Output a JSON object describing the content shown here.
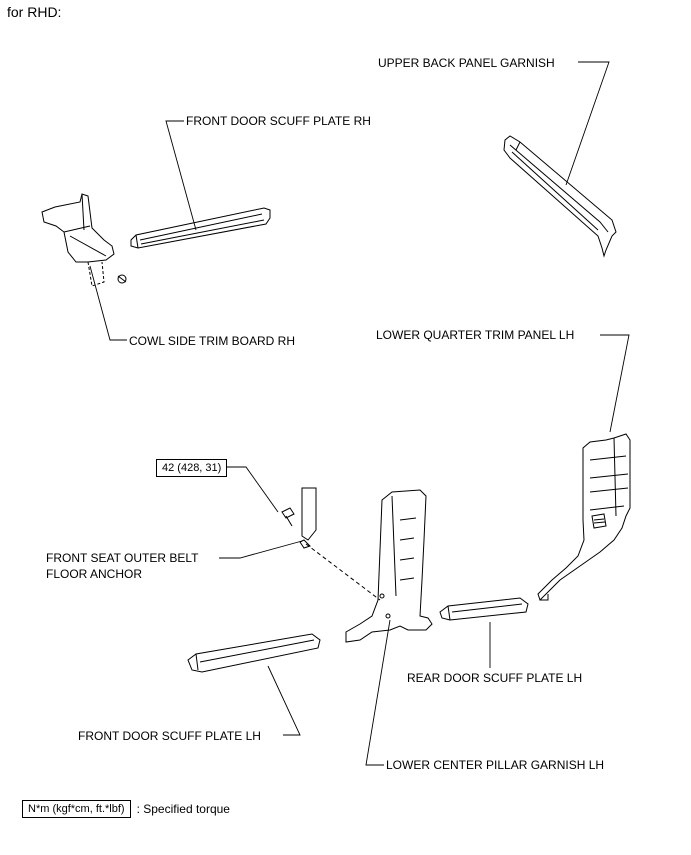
{
  "header": {
    "title": "for RHD:"
  },
  "labels": {
    "upper_back_panel_garnish": "UPPER BACK PANEL GARNISH",
    "front_door_scuff_plate_rh": "FRONT DOOR SCUFF PLATE RH",
    "cowl_side_trim_board_rh": "COWL SIDE TRIM BOARD RH",
    "lower_quarter_trim_panel_lh": "LOWER QUARTER TRIM PANEL LH",
    "front_seat_outer_belt_floor_anchor_line1": "FRONT SEAT OUTER BELT",
    "front_seat_outer_belt_floor_anchor_line2": "FLOOR ANCHOR",
    "rear_door_scuff_plate_lh": "REAR DOOR SCUFF PLATE LH",
    "front_door_scuff_plate_lh": "FRONT DOOR SCUFF PLATE LH",
    "lower_center_pillar_garnish_lh": "LOWER CENTER PILLAR GARNISH LH"
  },
  "torque": {
    "value": "42 (428, 31)"
  },
  "legend": {
    "unit_box": "N*m (kgf*cm, ft.*lbf)",
    "description": ": Specified torque"
  }
}
